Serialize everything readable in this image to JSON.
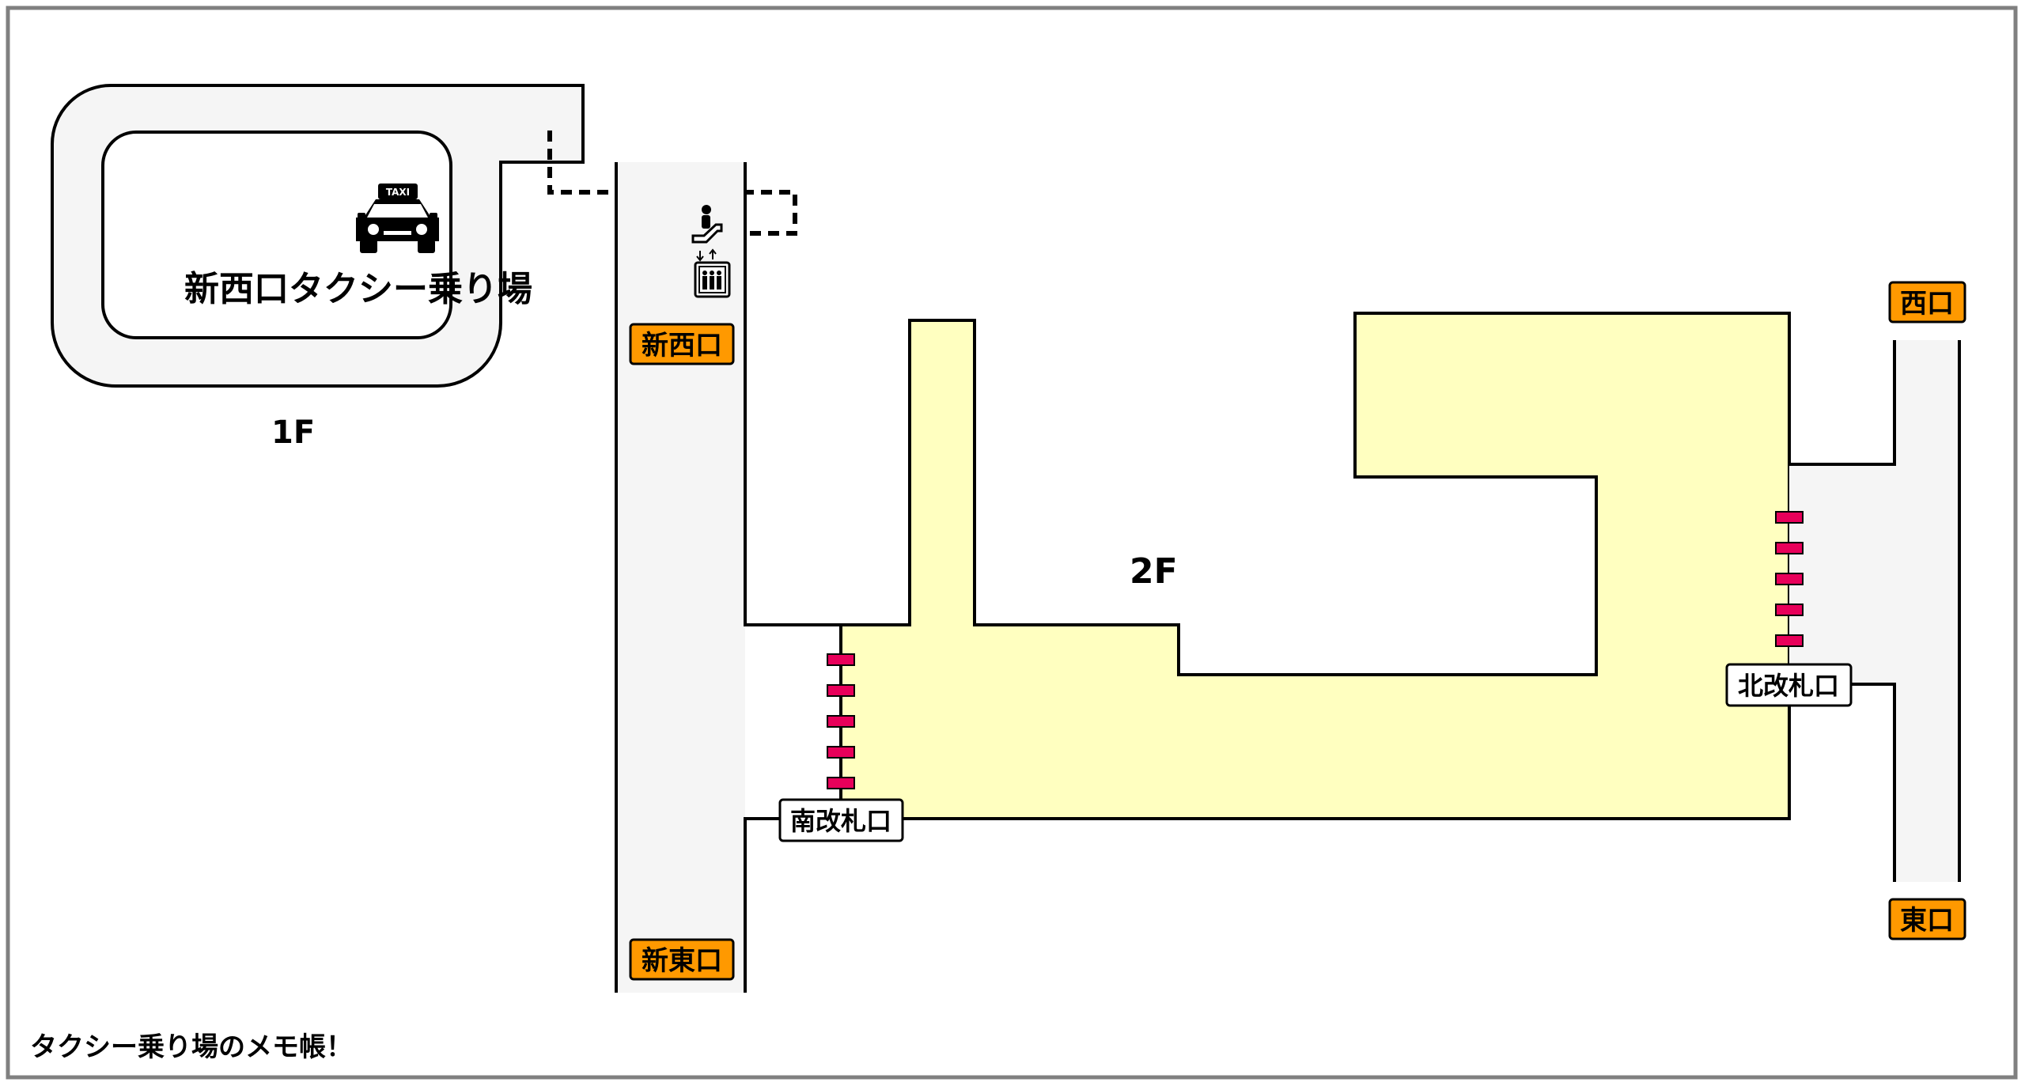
{
  "floors": {
    "first": "1F",
    "second": "2F"
  },
  "taxi_stand": {
    "title": "新西口タクシー乗り場",
    "sign_text": "TAXI"
  },
  "exits": {
    "new_west": "新西口",
    "new_east": "新東口",
    "west": "西口",
    "east": "東口"
  },
  "gates": {
    "south": "南改札口",
    "north": "北改札口"
  },
  "footer": {
    "caption": "タクシー乗り場のメモ帳！"
  },
  "icons": {
    "taxi": "taxi-icon",
    "escalator": "escalator-icon",
    "elevator": "elevator-icon",
    "ticket_gate": "ticket-gate-icon"
  },
  "colors": {
    "frame_border": "#808080",
    "line": "#000000",
    "corridor_fill": "#f5f5f5",
    "concourse_fill": "#ffffc0",
    "exit_label_fill": "#ff9900",
    "gate_marker": "#e8005a",
    "gate_label_fill": "#ffffff"
  }
}
